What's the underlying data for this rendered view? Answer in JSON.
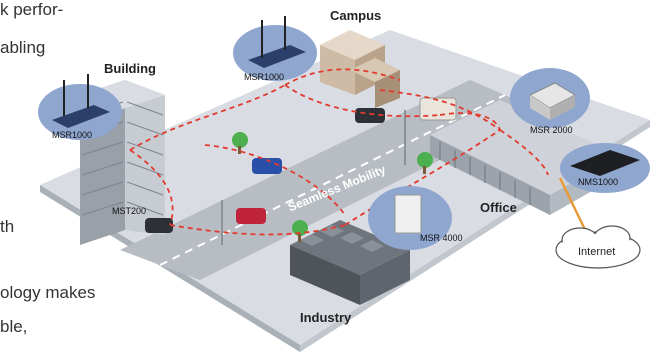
{
  "side_text": [
    "k perfor-",
    "abling",
    "th",
    "ology makes",
    "ble,"
  ],
  "labels": {
    "campus": "Campus",
    "building": "Building",
    "msr1000_top": "MSR1000",
    "msr1000_left": "MSR1000",
    "mst200": "MST200",
    "msr2000": "MSR 2000",
    "nms1000": "NMS1000",
    "msr4000": "MSR 4000",
    "seamless": "Seamless Mobility",
    "office": "Office",
    "internet": "Internet",
    "industry": "Industry"
  },
  "colors": {
    "ground": "#d9dde3",
    "road": "#b8bdc4",
    "link": "#e23a2e",
    "bubble": "#8fa6cf",
    "internet_link": "#e89b3a"
  }
}
